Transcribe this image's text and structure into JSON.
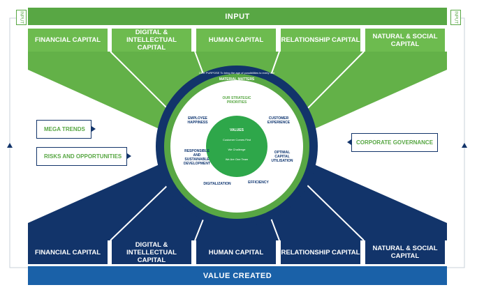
{
  "header": {
    "input_label": "INPUT",
    "value_created_label": "VALUE CREATED"
  },
  "side_tabs": {
    "left": "INPUT",
    "right": "INPUT"
  },
  "top_capitals": [
    "FINANCIAL CAPITAL",
    "DIGITAL & INTELLECTUAL CAPITAL",
    "HUMAN CAPITAL",
    "RELATIONSHIP CAPITAL",
    "NATURAL & SOCIAL CAPITAL"
  ],
  "bottom_capitals": [
    "FINANCIAL CAPITAL",
    "DIGITAL & INTELLECTUAL CAPITAL",
    "HUMAN CAPITAL",
    "RELATIONSHIP CAPITAL",
    "NATURAL & SOCIAL CAPITAL"
  ],
  "left_boxes": [
    "MEGA TRENDS",
    "RISKS AND OPPORTUNITIES"
  ],
  "right_box": "CORPORATE GOVERNANCE",
  "outer_ring": {
    "purpose": "OUR PURPOSE To bring the age of possibilities to every one",
    "material": "MATERIAL MATTERS"
  },
  "middle_ring": {
    "strategic": "OUR STRATEGIC PRIORITIES",
    "customer": "CUSTOMER EXPERIENCE",
    "optimal": "OPTIMAL CAPITAL UTILISATION",
    "efficiency": "EFFICIENCY",
    "digitalization": "DIGITALIZATION",
    "responsible": "RESPONSIBLE AND SUSTAINABLE DEVELOPMENT",
    "employee": "EMPLOYEE HAPPINESS"
  },
  "core": {
    "title": "VALUES",
    "values": [
      "Customer Comes First",
      "We Challenge",
      "We Are One Team"
    ]
  },
  "colors": {
    "green_bar": "#58a744",
    "green_cap": "#6dbb4f",
    "green_wedge": "#63b148",
    "navy": "#12346a",
    "blue_bar": "#1a61a8"
  }
}
